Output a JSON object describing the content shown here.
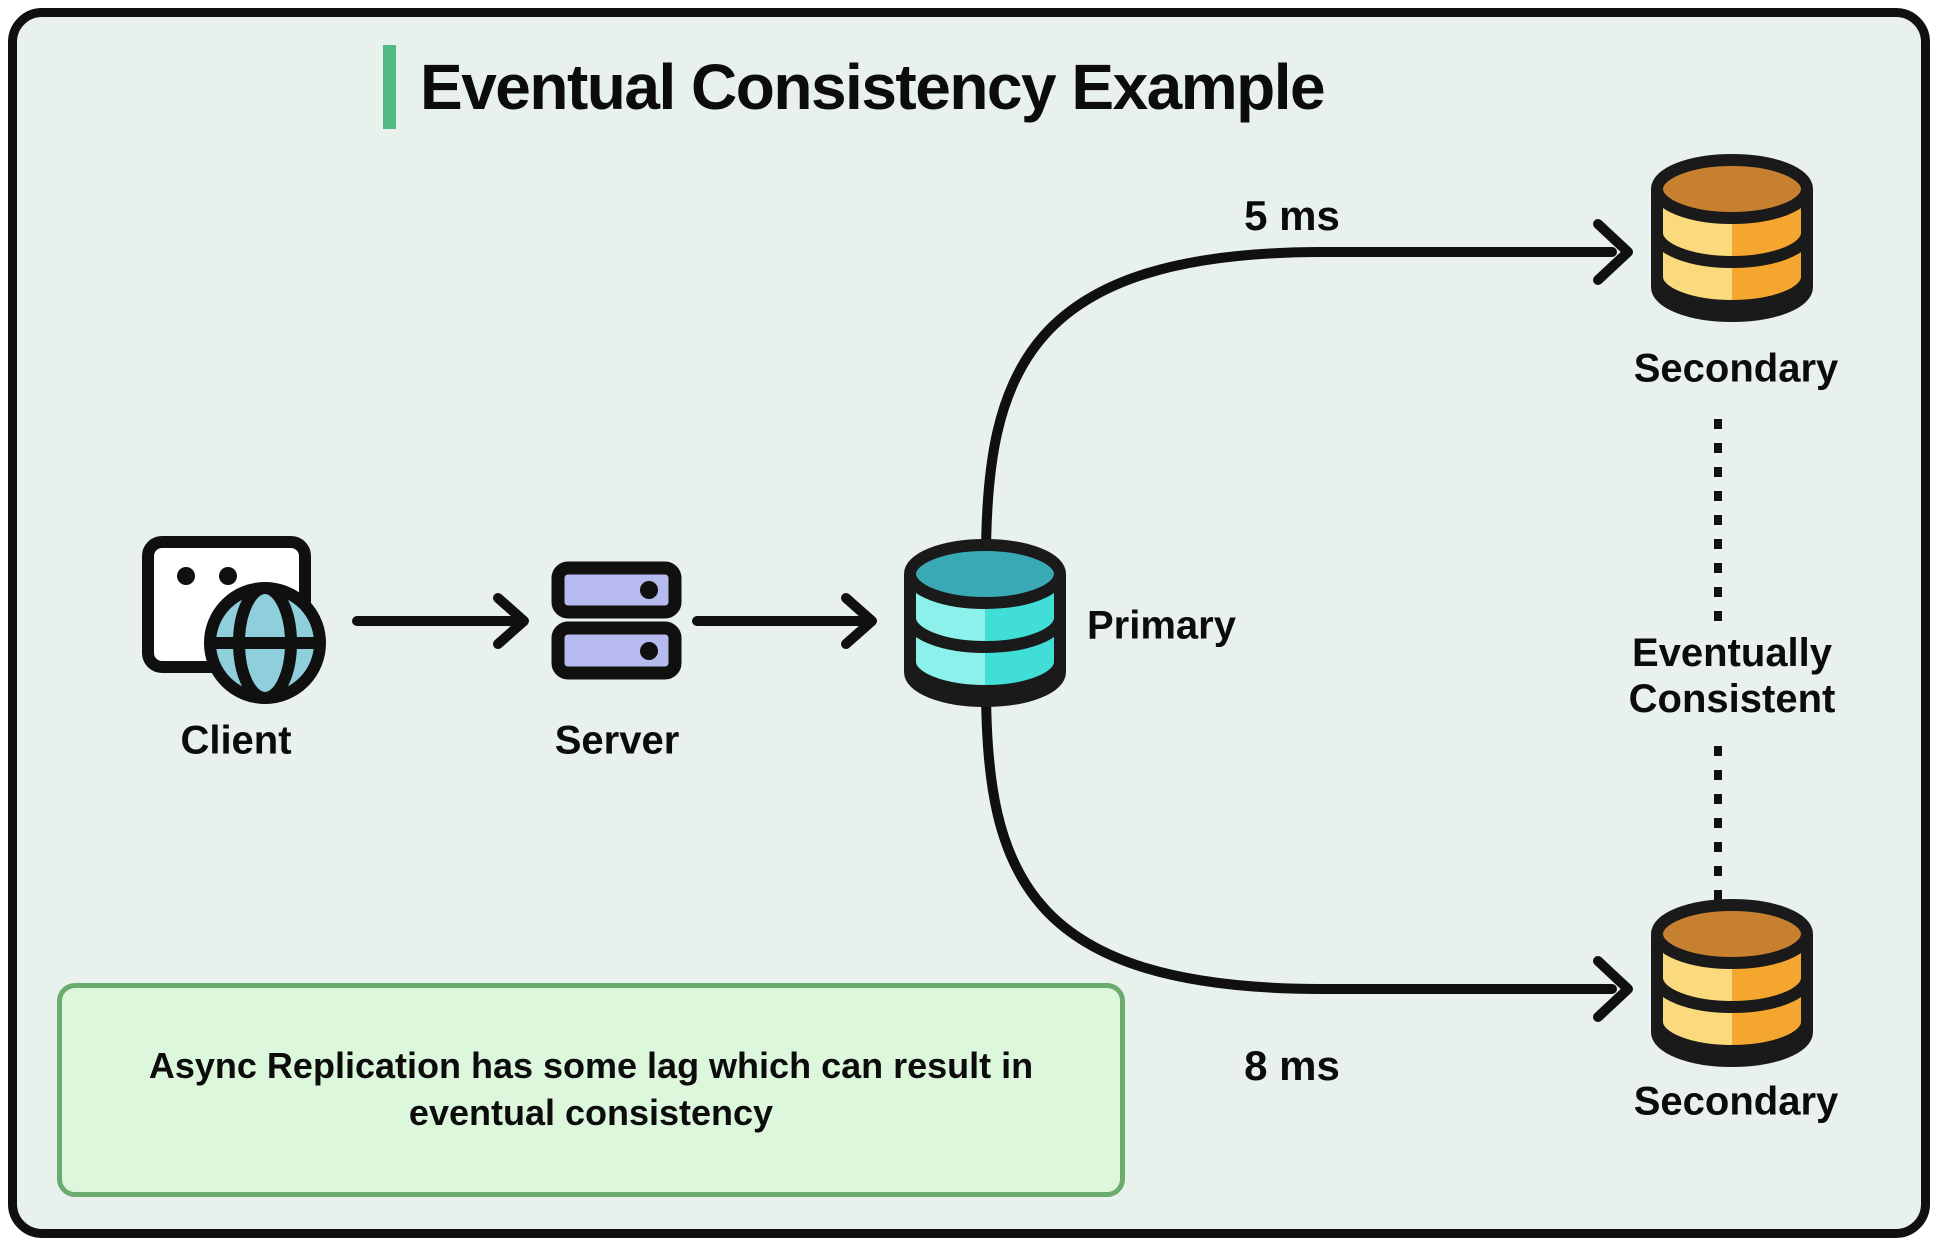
{
  "title": "Eventual Consistency Example",
  "nodes": {
    "client": {
      "label": "Client",
      "icon": "browser-globe-icon"
    },
    "server": {
      "label": "Server",
      "icon": "server-rack-icon"
    },
    "primary": {
      "label": "Primary",
      "icon": "database-icon"
    },
    "secondary_top": {
      "label": "Secondary",
      "icon": "database-icon"
    },
    "secondary_bottom": {
      "label": "Secondary",
      "icon": "database-icon"
    }
  },
  "edges": {
    "top_replication_latency": "5 ms",
    "bottom_replication_latency": "8 ms",
    "consistency_lines": [
      "Eventually",
      "Consistent"
    ]
  },
  "note": {
    "lines": [
      "Async Replication has some lag which can result in",
      "eventual consistency"
    ]
  },
  "palette": {
    "background": "#e9f1ec",
    "outline": "#101010",
    "accent_green": "#52bb83",
    "note_fill": "#dcf7dc",
    "note_border": "#6cab6e",
    "server_fill": "#b6baee",
    "globe_fill": "#8ecfdb",
    "primary_top": "#38a9b5",
    "primary_light": "#8bf1ea",
    "primary_dark": "#40ded7",
    "secondary_top": "#c7802f",
    "secondary_light": "#fbd97d",
    "secondary_dark": "#f4a62f"
  }
}
